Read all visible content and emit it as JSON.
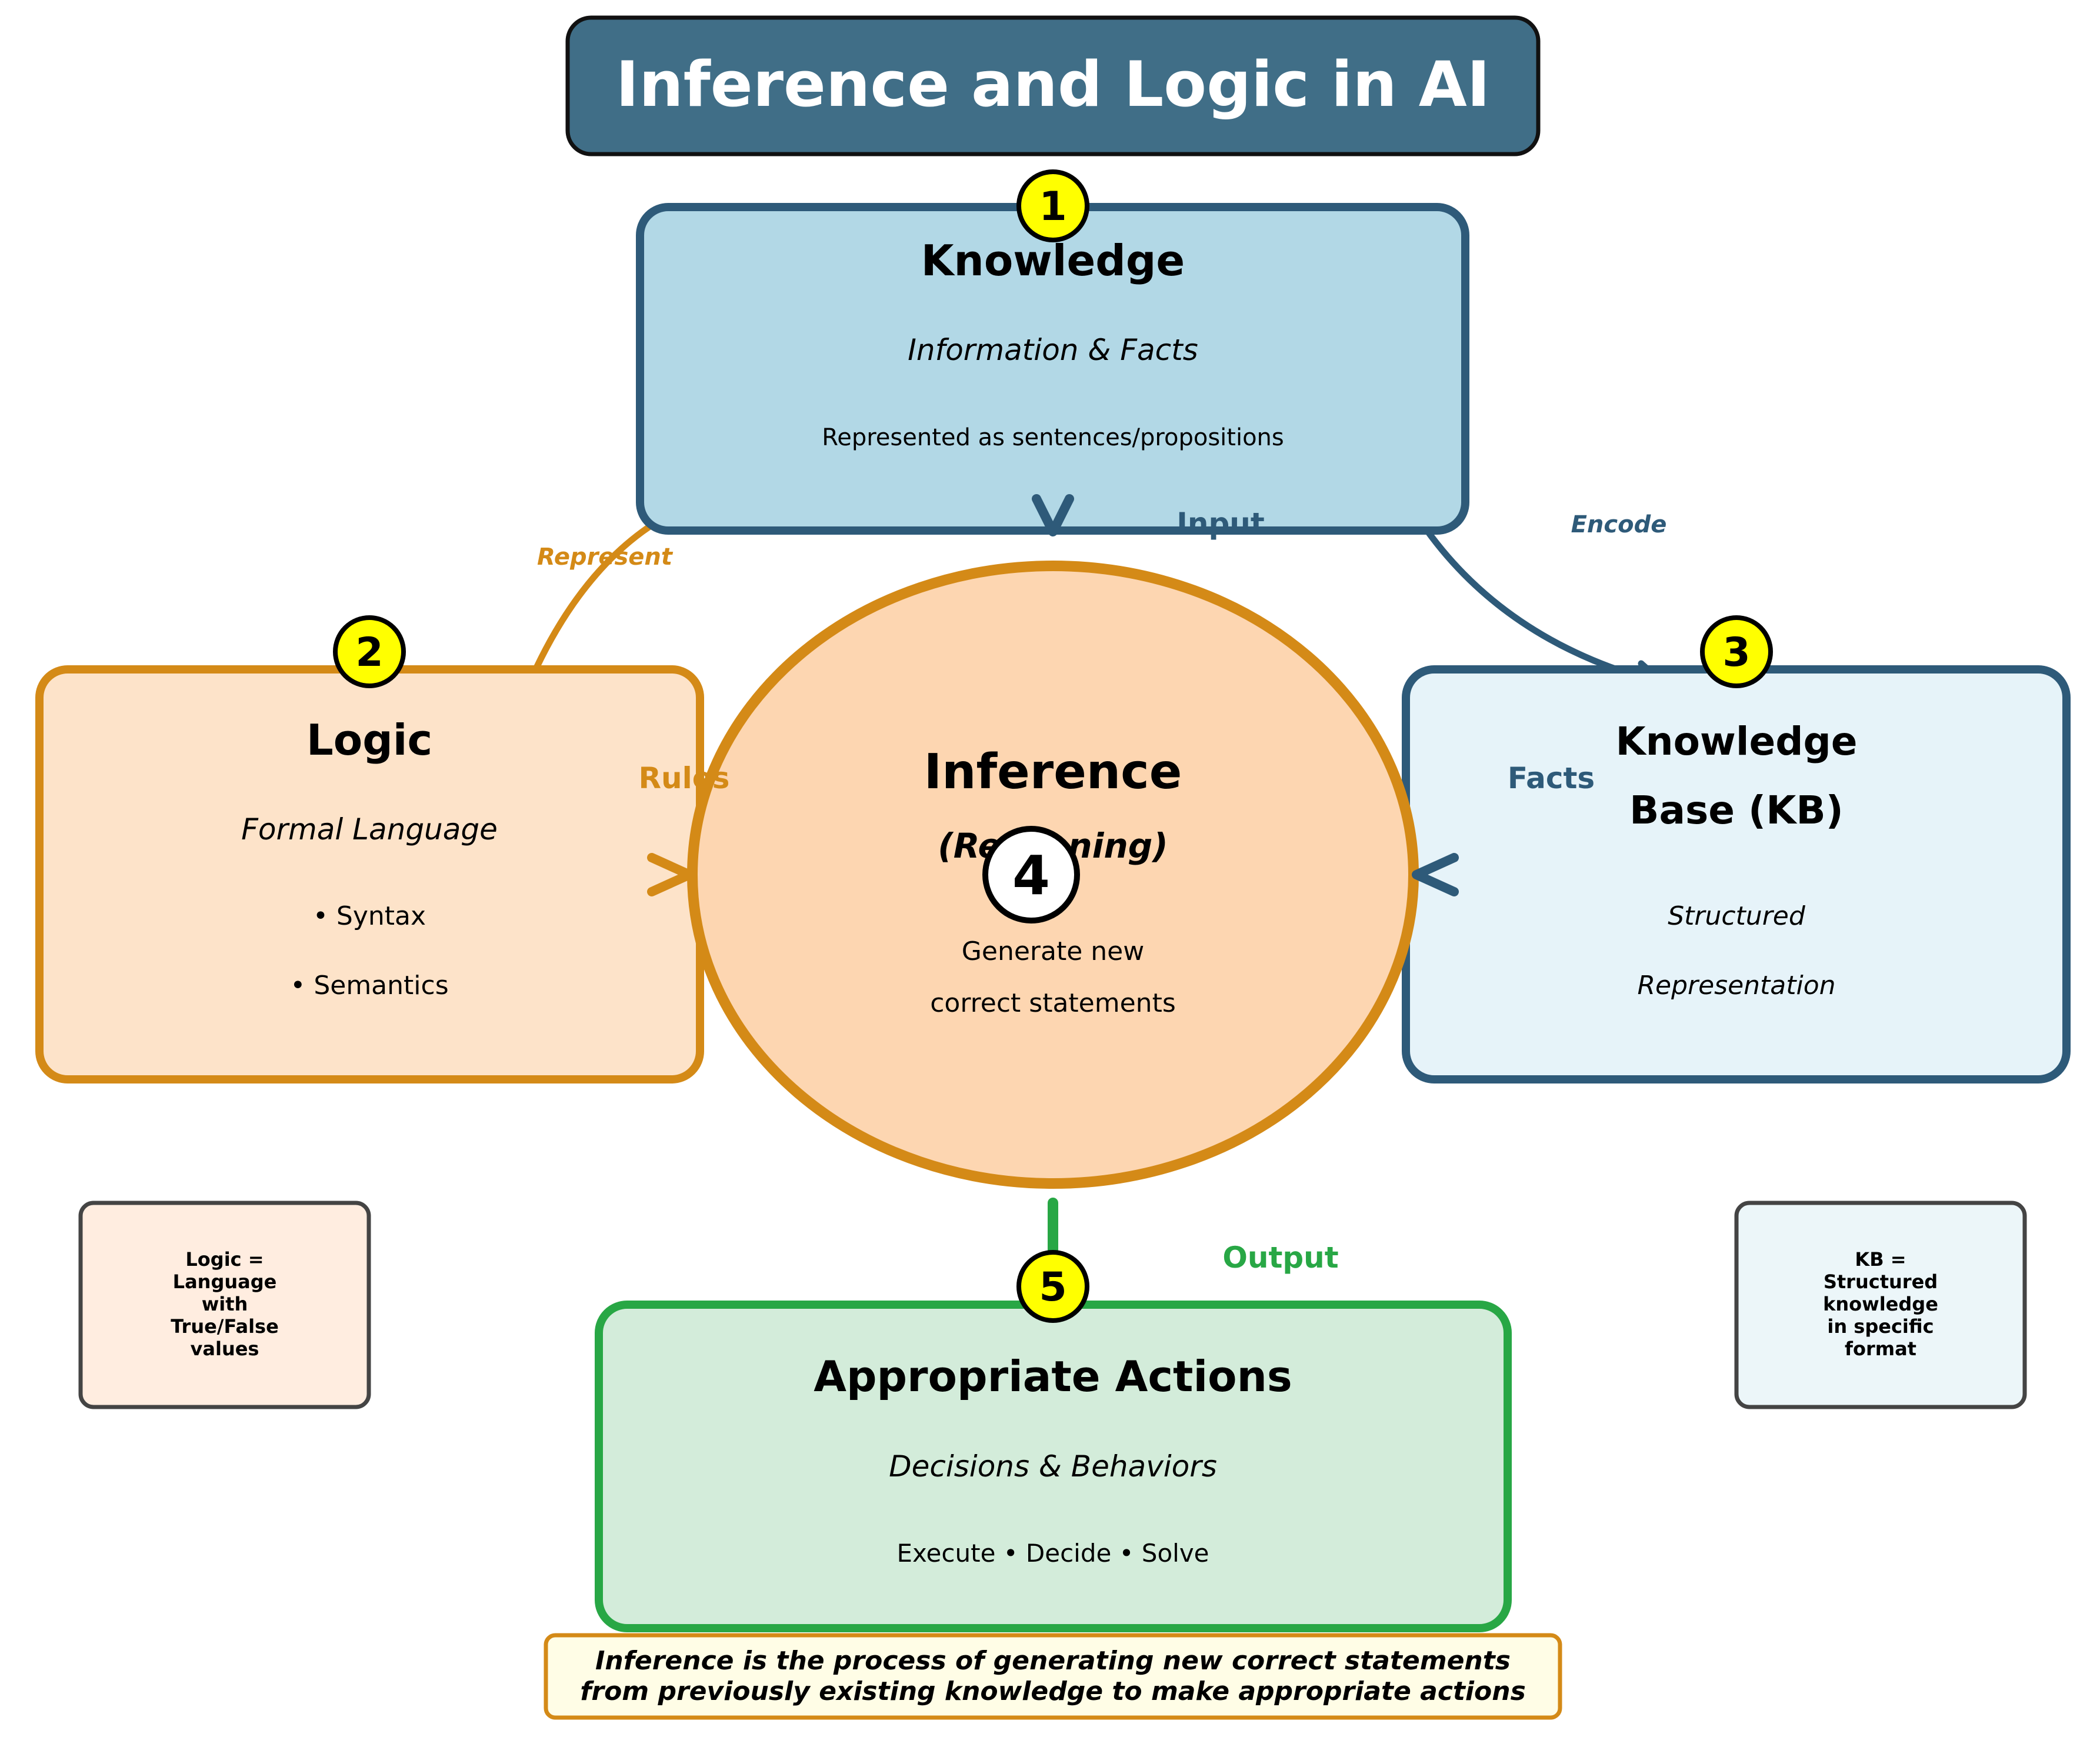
{
  "title": "Inference and Logic in AI",
  "knowledge": {
    "number": "1",
    "title": "Knowledge",
    "subtitle": "Information & Facts",
    "desc": "Represented as sentences/propositions"
  },
  "logic": {
    "number": "2",
    "title": "Logic",
    "subtitle": "Formal Language",
    "bullets": [
      "• Syntax",
      "• Semantics"
    ]
  },
  "kb": {
    "number": "3",
    "title_lines": [
      "Knowledge",
      "Base (KB)"
    ],
    "subtitle_lines": [
      "Structured",
      "Representation"
    ]
  },
  "inference": {
    "number": "4",
    "title": "Inference",
    "subtitle": "(Reasoning)",
    "desc_lines": [
      "Generate new",
      "correct statements"
    ]
  },
  "actions": {
    "number": "5",
    "title": "Appropriate Actions",
    "subtitle": "Decisions & Behaviors",
    "desc": "Execute • Decide • Solve"
  },
  "edges": {
    "input": "Input",
    "represent": "Represent",
    "encode": "Encode",
    "rules": "Rules",
    "facts": "Facts",
    "output": "Output"
  },
  "notes": {
    "logic_lines": [
      "Logic =",
      "Language",
      "with",
      "True/False",
      "values"
    ],
    "kb_lines": [
      "KB =",
      "Structured",
      "knowledge",
      "in specific",
      "format"
    ]
  },
  "footer_lines": [
    "Inference is the process of generating new correct statements",
    "from previously existing knowledge to make appropriate actions"
  ],
  "colors": {
    "title_bg": "#406e87",
    "knowledge_fill": "#b2d8e6",
    "blue_stroke": "#2e5a79",
    "logic_fill": "#fde3c9",
    "orange_stroke": "#d48a17",
    "kb_fill": "#e6f3f9",
    "inference_fill": "#fdd6b1",
    "actions_fill": "#d3ecda",
    "green_stroke": "#28a745",
    "badge_yellow": "#ffff00",
    "note_logic_fill": "#ffede0",
    "note_kb_fill": "#ecf6f9",
    "footer_fill": "#fffde6"
  }
}
